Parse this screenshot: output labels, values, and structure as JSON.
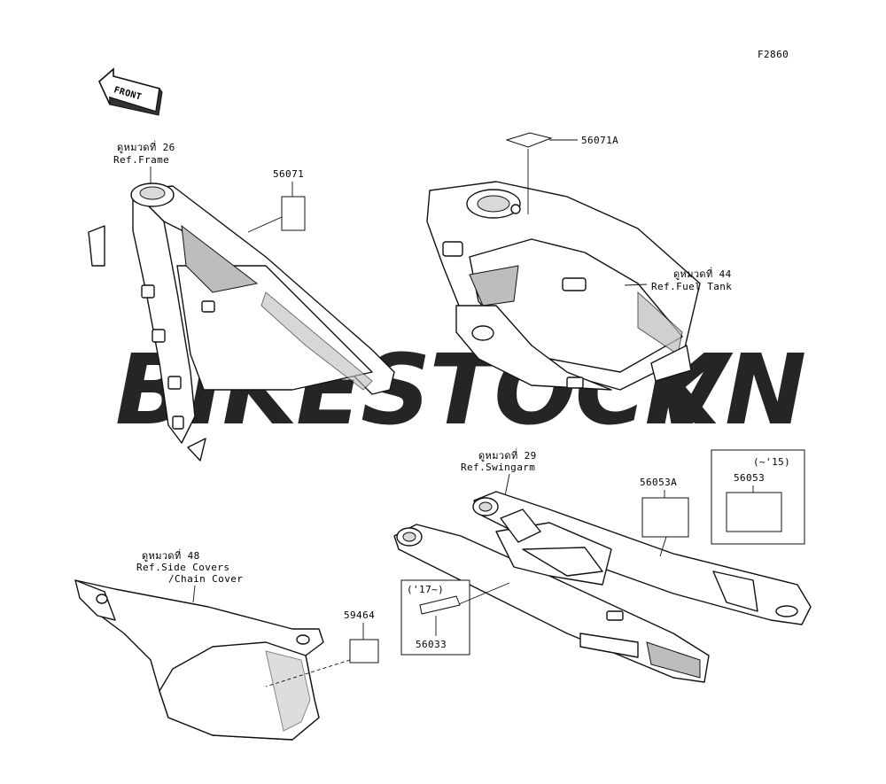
{
  "diagram_code": "F2860",
  "front_arrow_text": "FRONT",
  "watermark": {
    "part1": "BIKESTOCK",
    "part2": "VN",
    "color1": "#c9c9c9",
    "color2": "#f2b8b4"
  },
  "refs": {
    "frame": {
      "thai": "ดูหมวดที่ 26",
      "en": "Ref.Frame"
    },
    "fuel_tank": {
      "thai": "ดูหมวดที่ 44",
      "en": "Ref.Fuel Tank"
    },
    "swingarm": {
      "thai": "ดูหมวดที่ 29",
      "en": "Ref.Swingarm"
    },
    "side_covers": {
      "thai": "ดูหมวดที่ 48",
      "en1": "Ref.Side Covers",
      "en2": "/Chain Cover"
    }
  },
  "parts": {
    "p56071": "56071",
    "p56071A": "56071A",
    "p56053A": "56053A",
    "p56053": "56053",
    "p56033": "56033",
    "p59464": "59464"
  },
  "year_notes": {
    "upto15": "(~'15)",
    "from17": "('17~)"
  }
}
